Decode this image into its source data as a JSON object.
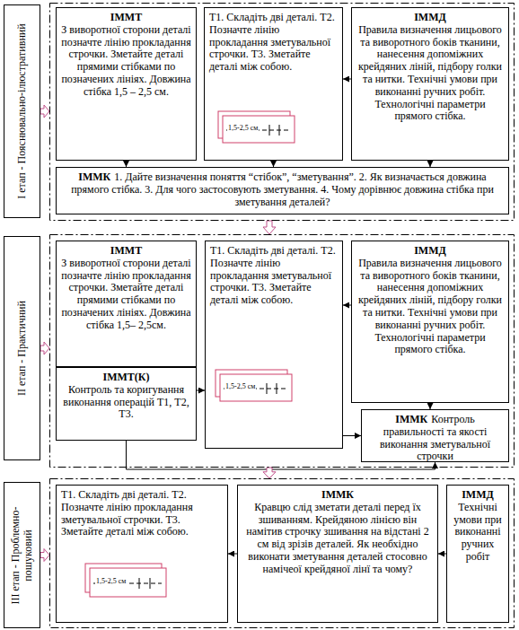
{
  "diagram": {
    "nodes": [
      {
        "text": [
          "I етап - Пояснювально-ілюстративний"
        ]
      },
      {
        "text": []
      },
      {
        "text": [
          "ІММТ",
          "З виворотної сторони деталі позначте лінію прокладання строчки. Зметайте деталі прямими стібками по позначених лініях. Довжина стібка 1,5 – 2,5 см."
        ],
        "in": 1
      },
      {
        "text": [
          "Т1. Складіть дві деталі. Т2. Позначте лінію прокладання зметувальної строчки. Т3. Зметайте деталі між собою."
        ],
        "in": 1
      },
      {
        "text": [
          "ІММД",
          "Правила визначення лицьового та виворотного боків тканини, нанесення допоміжних крейдяних ліній, підбору голки та нитки. Технічні умови при виконанні ручних робіт. Технологічні параметри прямого стібка."
        ],
        "in": 1
      },
      {
        "text": [
          "ІММК",
          "1. Дайте визначення поняття “стібок”, “зметування”. 2. Як визначається довжина прямого стібка. 3. Для чого застосовують зметування. 4. Чому дорівнює довжина стібка при зметування деталей?"
        ],
        "in": 1
      },
      {
        "text": [
          "II етап - Практичний"
        ]
      },
      {
        "text": []
      },
      {
        "text": [
          "ІММТ",
          "З виворотної сторони деталі позначте лінію прокладання строчки. Зметайте деталі прямими стібками по позначених лініях. Довжина стібка 1,5– 2,5см."
        ],
        "in": 7
      },
      {
        "text": [
          "ІММТ(К)",
          "Контроль та коригування виконання операцій Т1, Т2, Т3."
        ],
        "in": 7
      },
      {
        "text": [
          "Т1. Складіть дві деталі. Т2. Позначте лінію прокладання зметувальної строчки. Т3. Зметайте деталі між собою."
        ],
        "in": 7
      },
      {
        "text": [
          "ІММД",
          "Правила визначення лицьового та виворотного боків тканини, нанесення допоміжних крейдяних ліній, підбору голки та нитки. Технічні умови при виконанні ручних робіт. Технологічні параметри прямого стібка."
        ],
        "in": 7
      },
      {
        "text": [
          "ІММК",
          "Контроль правильності та якості виконання зметувальної строчки"
        ],
        "in": 7
      },
      {
        "text": [
          "III етап - Проблемно-пошуковий"
        ]
      },
      {
        "text": []
      },
      {
        "text": [
          "Т1. Складіть дві деталі. Т2. Позначте лінію прокладання зметувальної строчки. Т3. Зметайте деталі між собою."
        ],
        "in": 14
      },
      {
        "text": [
          "ІММК",
          "Кравцю слід зметати деталі перед їх зшиванням. Крейдяною лінією він намітив строчку зшивання на відстані 2 см від зрізів деталей. Як необхідно виконати зметування деталей стосовно намічеої крейдяної лінї та чому?"
        ],
        "in": 14
      },
      {
        "text": [
          "ІММД",
          "Технічні умови при виконанні ручних робіт"
        ],
        "in": 14
      }
    ],
    "edges": [
      {
        "from": 0,
        "to": 1,
        "arrow": "to"
      },
      {
        "from": 4,
        "to": 3,
        "arrow": "to"
      },
      {
        "from": 2,
        "to": 5,
        "arrow": "to"
      },
      {
        "from": 3,
        "to": 5,
        "arrow": "to"
      },
      {
        "from": 4,
        "to": 5,
        "arrow": "to"
      },
      {
        "from": 1,
        "to": 7,
        "arrow": "to"
      },
      {
        "from": 6,
        "to": 7,
        "arrow": "to"
      },
      {
        "from": 11,
        "to": 10,
        "arrow": "to"
      },
      {
        "from": 9,
        "to": 10,
        "arrow": "to"
      },
      {
        "from": 10,
        "to": 12,
        "arrow": "to"
      },
      {
        "from": 9,
        "to": 12,
        "arrow": "to"
      },
      {
        "from": 11,
        "to": 12,
        "arrow": "to"
      },
      {
        "from": 7,
        "to": 14,
        "arrow": "to"
      },
      {
        "from": 13,
        "to": 14,
        "arrow": "to"
      },
      {
        "from": 16,
        "to": 15,
        "arrow": "to"
      },
      {
        "from": 17,
        "to": 16,
        "arrow": "to"
      }
    ],
    "labels": [
      "1,5-2,5 см",
      "1,5-2,5 см",
      "1,5-2,5 см"
    ]
  }
}
